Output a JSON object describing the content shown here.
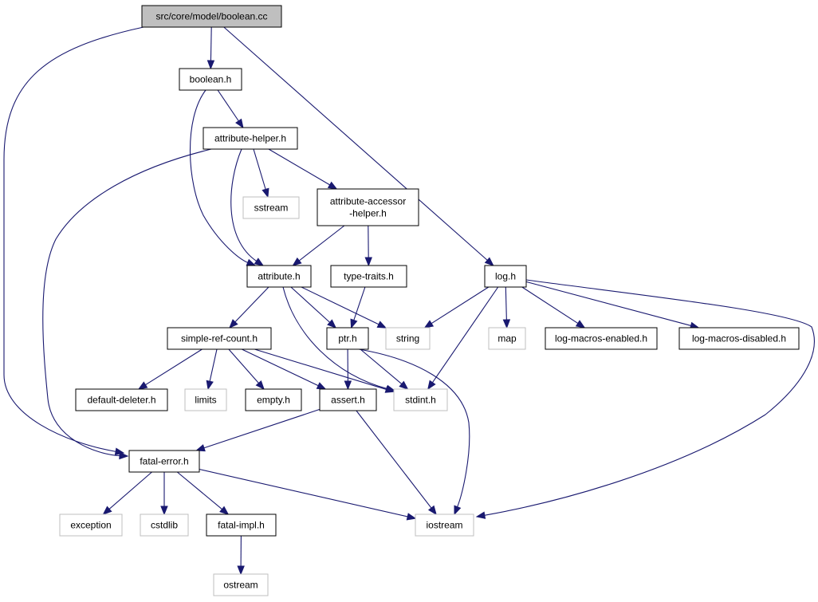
{
  "colors": {
    "edge": "#191970",
    "root_fill": "#bfbfbf",
    "project_border": "#000000",
    "system_border": "#bfbfbf",
    "label": "#000000"
  },
  "nodes": [
    {
      "id": "boolean_cc",
      "lines": [
        "src/core/model/boolean.cc"
      ],
      "kind": "root"
    },
    {
      "id": "boolean_h",
      "lines": [
        "boolean.h"
      ],
      "kind": "project"
    },
    {
      "id": "attribute_helper_h",
      "lines": [
        "attribute-helper.h"
      ],
      "kind": "project"
    },
    {
      "id": "sstream",
      "lines": [
        "sstream"
      ],
      "kind": "system"
    },
    {
      "id": "attribute_accessor_helper_h",
      "lines": [
        "attribute-accessor",
        "-helper.h"
      ],
      "kind": "project"
    },
    {
      "id": "attribute_h",
      "lines": [
        "attribute.h"
      ],
      "kind": "project"
    },
    {
      "id": "type_traits_h",
      "lines": [
        "type-traits.h"
      ],
      "kind": "project"
    },
    {
      "id": "log_h",
      "lines": [
        "log.h"
      ],
      "kind": "project"
    },
    {
      "id": "simple_ref_count_h",
      "lines": [
        "simple-ref-count.h"
      ],
      "kind": "project"
    },
    {
      "id": "ptr_h",
      "lines": [
        "ptr.h"
      ],
      "kind": "project"
    },
    {
      "id": "string",
      "lines": [
        "string"
      ],
      "kind": "system"
    },
    {
      "id": "map",
      "lines": [
        "map"
      ],
      "kind": "system"
    },
    {
      "id": "log_macros_enabled_h",
      "lines": [
        "log-macros-enabled.h"
      ],
      "kind": "project"
    },
    {
      "id": "log_macros_disabled_h",
      "lines": [
        "log-macros-disabled.h"
      ],
      "kind": "project"
    },
    {
      "id": "default_deleter_h",
      "lines": [
        "default-deleter.h"
      ],
      "kind": "project"
    },
    {
      "id": "limits",
      "lines": [
        "limits"
      ],
      "kind": "system"
    },
    {
      "id": "empty_h",
      "lines": [
        "empty.h"
      ],
      "kind": "project"
    },
    {
      "id": "assert_h",
      "lines": [
        "assert.h"
      ],
      "kind": "project"
    },
    {
      "id": "stdint_h",
      "lines": [
        "stdint.h"
      ],
      "kind": "system"
    },
    {
      "id": "fatal_error_h",
      "lines": [
        "fatal-error.h"
      ],
      "kind": "project"
    },
    {
      "id": "exception",
      "lines": [
        "exception"
      ],
      "kind": "system"
    },
    {
      "id": "cstdlib",
      "lines": [
        "cstdlib"
      ],
      "kind": "system"
    },
    {
      "id": "fatal_impl_h",
      "lines": [
        "fatal-impl.h"
      ],
      "kind": "project"
    },
    {
      "id": "iostream",
      "lines": [
        "iostream"
      ],
      "kind": "system"
    },
    {
      "id": "ostream",
      "lines": [
        "ostream"
      ],
      "kind": "system"
    }
  ],
  "edges": [
    [
      "boolean_cc",
      "boolean_h"
    ],
    [
      "boolean_cc",
      "log_h"
    ],
    [
      "boolean_cc",
      "fatal_error_h"
    ],
    [
      "boolean_h",
      "attribute_helper_h"
    ],
    [
      "boolean_h",
      "attribute_h"
    ],
    [
      "attribute_helper_h",
      "sstream"
    ],
    [
      "attribute_helper_h",
      "attribute_accessor_helper_h"
    ],
    [
      "attribute_helper_h",
      "attribute_h"
    ],
    [
      "attribute_helper_h",
      "fatal_error_h"
    ],
    [
      "attribute_accessor_helper_h",
      "attribute_h"
    ],
    [
      "attribute_accessor_helper_h",
      "type_traits_h"
    ],
    [
      "type_traits_h",
      "ptr_h"
    ],
    [
      "attribute_h",
      "simple_ref_count_h"
    ],
    [
      "attribute_h",
      "ptr_h"
    ],
    [
      "attribute_h",
      "string"
    ],
    [
      "attribute_h",
      "stdint_h"
    ],
    [
      "log_h",
      "string"
    ],
    [
      "log_h",
      "map"
    ],
    [
      "log_h",
      "log_macros_enabled_h"
    ],
    [
      "log_h",
      "log_macros_disabled_h"
    ],
    [
      "log_h",
      "stdint_h"
    ],
    [
      "log_h",
      "iostream"
    ],
    [
      "simple_ref_count_h",
      "default_deleter_h"
    ],
    [
      "simple_ref_count_h",
      "limits"
    ],
    [
      "simple_ref_count_h",
      "empty_h"
    ],
    [
      "simple_ref_count_h",
      "assert_h"
    ],
    [
      "simple_ref_count_h",
      "stdint_h"
    ],
    [
      "ptr_h",
      "assert_h"
    ],
    [
      "ptr_h",
      "stdint_h"
    ],
    [
      "ptr_h",
      "iostream"
    ],
    [
      "assert_h",
      "fatal_error_h"
    ],
    [
      "assert_h",
      "iostream"
    ],
    [
      "fatal_error_h",
      "exception"
    ],
    [
      "fatal_error_h",
      "cstdlib"
    ],
    [
      "fatal_error_h",
      "fatal_impl_h"
    ],
    [
      "fatal_error_h",
      "iostream"
    ],
    [
      "fatal_impl_h",
      "ostream"
    ]
  ]
}
